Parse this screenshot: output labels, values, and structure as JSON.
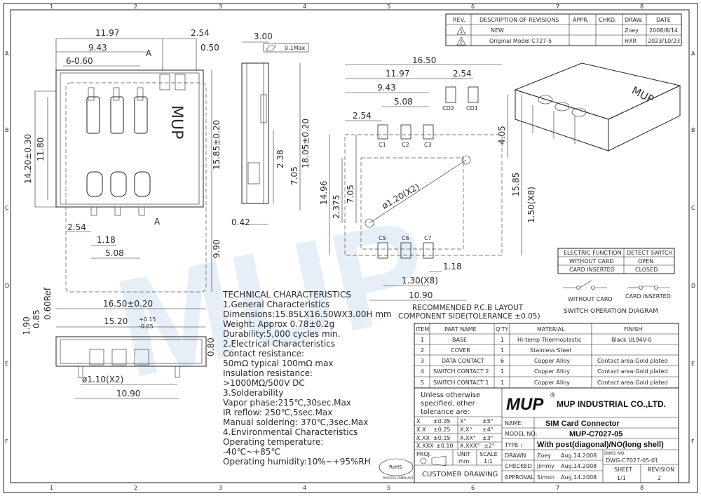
{
  "border": {
    "cols_top": [
      "1",
      "2",
      "3",
      "4",
      "5",
      "6",
      "7",
      "8"
    ],
    "cols_bottom": [
      "1",
      "2",
      "3",
      "4",
      "5",
      "6",
      "7",
      "8"
    ],
    "rows": [
      "A",
      "B",
      "C",
      "D",
      "E",
      "F"
    ]
  },
  "revision_table": {
    "headers": [
      "REV.",
      "DESCRIPTION OF REVISIONS",
      "APPR.",
      "CHKD.",
      "DRAW.",
      "DATE"
    ],
    "rows": [
      {
        "rev": "1",
        "desc": "NEW",
        "appr": "",
        "chkd": "",
        "draw": "Zoey",
        "date": "2008/8/14"
      },
      {
        "rev": "2",
        "desc": "Original Model C727-5",
        "appr": "",
        "chkd": "",
        "draw": "HXR",
        "date": "2023/10/23"
      }
    ]
  },
  "top_view": {
    "dims": [
      "11.97",
      "2.54",
      "9.43",
      "0.50",
      "6-0.60",
      "14.20±0.30",
      "11.80",
      "15.85±0.20",
      "2.54",
      "1.18",
      "5.08",
      "9.90",
      "16.50±0.20"
    ],
    "section_marks": [
      "A",
      "A"
    ],
    "logo": "MUP"
  },
  "side_view": {
    "dims": [
      "3.00",
      "0.1Max",
      "2.38",
      "18.05±0.20",
      "7.05",
      "0.42"
    ]
  },
  "front_view": {
    "dims": [
      "1.90",
      "0.85",
      "0.60Ref",
      "15.20",
      "+0.15",
      "-0.05",
      "0.80",
      "ø1.10(X2)",
      "10.90"
    ]
  },
  "pcb_layout": {
    "dims": [
      "16.50",
      "11.97",
      "2.54",
      "9.43",
      "5.08",
      "2.54",
      "4.05",
      "14.96",
      "15.85",
      "2.375",
      "7.05",
      "ø1.20(X2)",
      "1.50(X8)",
      "1.18",
      "1.30(X8)",
      "10.90"
    ],
    "pads_top": [
      "C1",
      "C2",
      "C3"
    ],
    "pads_cd": [
      "CD2",
      "CD1"
    ],
    "pads_bottom": [
      "C5",
      "C6",
      "C7"
    ],
    "title": "RECOMMENDED P.C.B LAYOUT",
    "subtitle": "COMPONENT SIDE(TOLERANCE ±0.05)"
  },
  "iso_view": {
    "logo": "MUP"
  },
  "switch_table": {
    "headers": [
      "ELECTRIC FUNCTION",
      "DETECT SWITCH"
    ],
    "rows": [
      [
        "WITHOUT CARD",
        "OPEN"
      ],
      [
        "CARD INSERTED",
        "CLOSED"
      ]
    ]
  },
  "switch_diagram": {
    "labels": [
      "WITHOUT CARD",
      "CARD INSERTED"
    ],
    "title": "SWITCH OPERATION DIAGRAM"
  },
  "tech": {
    "lines": [
      "TECHNICAL CHARACTERISTICS",
      "1.General Characteristics",
      "Dimensions:15.85LX16.50WX3.00H mm",
      "Weight: Approx 0.78±0.2g",
      "Durability:5,000 cycles min.",
      "2.Electrical Characteristics",
      "Contact resistance:",
      "50mΩ typical 100mΩ max",
      "Insulation resistance:",
      ">1000MΩ/500V DC",
      "3.Solderability",
      "Vapor phase:215℃,30sec.Max",
      "IR reflow: 250℃,5sec.Max",
      "Manual soldering: 370℃,3sec.Max",
      "4.Environmental Characteristics",
      "Operating temperature:",
      "-40℃~+85℃",
      "Operating humidity:10%~+95%RH"
    ]
  },
  "bom": {
    "headers": [
      "ITEM",
      "PART NAME",
      "Q'TY",
      "MATERIAL",
      "FINISH"
    ],
    "rows": [
      [
        "1",
        "BASE",
        "1",
        "Hi-temp Thermoplastic",
        "Black UL94V-0"
      ],
      [
        "2",
        "COVER",
        "1",
        "Stainless Steel",
        ""
      ],
      [
        "3",
        "DATA CONTACT",
        "6",
        "Copper Alloy",
        "Contact area:Gold plated"
      ],
      [
        "4",
        "SWITCH CONTACT 2",
        "1",
        "Copper Alloy",
        "Contact area:Gold plated"
      ],
      [
        "5",
        "SWITCH CONTACT 1",
        "1",
        "Copper Alloy",
        "Contact area:Gold plated"
      ]
    ]
  },
  "title_block": {
    "tol_note": [
      "Unless otherwise",
      "specified, other",
      "tolerance are:"
    ],
    "tolerances": [
      [
        "X",
        "±0.35",
        "X°",
        "±5°"
      ],
      [
        "X.X",
        "±0.25",
        "X.X°",
        "±4°"
      ],
      [
        "X.XX",
        "±0.15",
        "X.XX°",
        "±3°"
      ],
      [
        "X.XXX",
        "±0.10",
        "X.XXX°",
        "±2°"
      ]
    ],
    "brand": "MUP",
    "registered": "®",
    "company": "MUP INDUSTRIAL CO.,LTD.",
    "name_label": "NAME:",
    "name": "SIM Card Connector",
    "model_label": "MODEL NO:",
    "model": "MUP-C7027-05",
    "type_label": "TYPE :",
    "type": "With post(diagonal)/NO(long shell)",
    "proj_label": "PROJ.",
    "unit_label": "UNIT",
    "unit": "mm",
    "scale_label": "SCALE",
    "scale": "1:1",
    "customer_drawing": "CUSTOMER DRAWING",
    "drawn_label": "DRAWN",
    "drawn": "Zoey",
    "drawn_date": "Aug.14.2008",
    "checked_label": "CHECKED",
    "checked": "Jimmy",
    "checked_date": "Aug.14.2008",
    "approval_label": "APPROVAL",
    "approval": "Simon",
    "approval_date": "Aug.14.2008",
    "dwg_label": "DWG NO.",
    "dwg": "DWG-C7027-05-01",
    "sheet_label": "SHEET",
    "sheet": "1/1",
    "revision_label": "REVISION",
    "revision": "2",
    "rohs": "RoHS",
    "process": "PROCESS COMPLIANT"
  },
  "watermark": "MUP"
}
